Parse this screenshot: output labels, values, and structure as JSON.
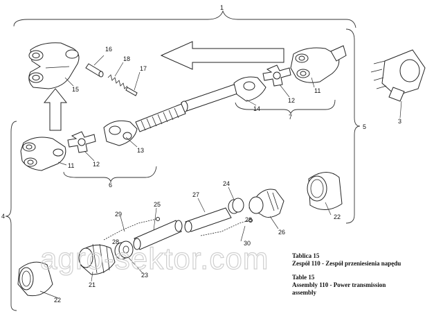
{
  "labels": {
    "l1": "1",
    "l3": "3",
    "l4": "4",
    "l5": "5",
    "l6": "6",
    "l7": "7",
    "l11a": "11",
    "l11b": "11",
    "l12a": "12",
    "l12b": "12",
    "l13": "13",
    "l14": "14",
    "l15": "15",
    "l16": "16",
    "l17": "17",
    "l18": "18",
    "l21": "21",
    "l22a": "22",
    "l22b": "22",
    "l23": "23",
    "l24": "24",
    "l25": "25",
    "l26": "26",
    "l27": "27",
    "l28a": "28",
    "l28b": "28",
    "l29": "29",
    "l30": "30"
  },
  "caption": {
    "pl_title": "Tablica 15",
    "pl_subtitle": "Zespół 110 - Zespół przeniesienia napędu",
    "en_title": "Table 15",
    "en_line1": "Assembly 110 - Power transmission",
    "en_line2": "assembly"
  },
  "watermark": "agro-sektor.com"
}
